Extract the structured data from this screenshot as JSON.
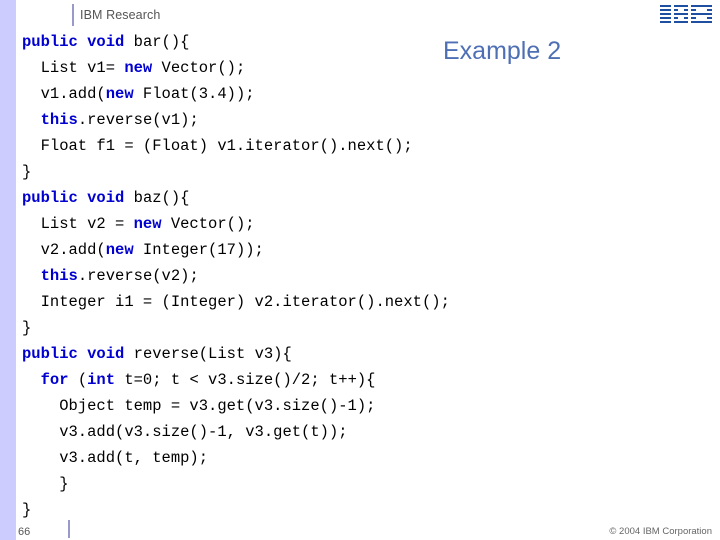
{
  "header": {
    "title": "IBM Research",
    "logo_icon": "ibm-logo-icon"
  },
  "slide": {
    "title": "Example 2",
    "title_color": "#4f6fb5"
  },
  "code": {
    "lines": [
      [
        {
          "t": "public",
          "k": true
        },
        {
          "t": " ",
          "k": false
        },
        {
          "t": "void",
          "k": true
        },
        {
          "t": " bar(){",
          "k": false
        }
      ],
      [
        {
          "t": "  List v1= ",
          "k": false
        },
        {
          "t": "new",
          "k": true
        },
        {
          "t": " Vector();",
          "k": false
        }
      ],
      [
        {
          "t": "  v1.add(",
          "k": false
        },
        {
          "t": "new",
          "k": true
        },
        {
          "t": " Float(3.4));",
          "k": false
        }
      ],
      [
        {
          "t": "  ",
          "k": false
        },
        {
          "t": "this",
          "k": true
        },
        {
          "t": ".reverse(v1);",
          "k": false
        }
      ],
      [
        {
          "t": "  Float f1 = (Float) v1.iterator().next();",
          "k": false
        }
      ],
      [
        {
          "t": "}",
          "k": false
        }
      ],
      [
        {
          "t": "public",
          "k": true
        },
        {
          "t": " ",
          "k": false
        },
        {
          "t": "void",
          "k": true
        },
        {
          "t": " baz(){",
          "k": false
        }
      ],
      [
        {
          "t": "  List v2 = ",
          "k": false
        },
        {
          "t": "new",
          "k": true
        },
        {
          "t": " Vector();",
          "k": false
        }
      ],
      [
        {
          "t": "  v2.add(",
          "k": false
        },
        {
          "t": "new",
          "k": true
        },
        {
          "t": " Integer(17));",
          "k": false
        }
      ],
      [
        {
          "t": "  ",
          "k": false
        },
        {
          "t": "this",
          "k": true
        },
        {
          "t": ".reverse(v2);",
          "k": false
        }
      ],
      [
        {
          "t": "  Integer i1 = (Integer) v2.iterator().next();",
          "k": false
        }
      ],
      [
        {
          "t": "}",
          "k": false
        }
      ],
      [
        {
          "t": "public",
          "k": true
        },
        {
          "t": " ",
          "k": false
        },
        {
          "t": "void",
          "k": true
        },
        {
          "t": " reverse(List v3){",
          "k": false
        }
      ],
      [
        {
          "t": "  ",
          "k": false
        },
        {
          "t": "for",
          "k": true
        },
        {
          "t": " (",
          "k": false
        },
        {
          "t": "int",
          "k": true
        },
        {
          "t": " t=0; t < v3.size()/2; t++){",
          "k": false
        }
      ],
      [
        {
          "t": "    Object temp = v3.get(v3.size()-1);",
          "k": false
        }
      ],
      [
        {
          "t": "    v3.add(v3.size()-1, v3.get(t));",
          "k": false
        }
      ],
      [
        {
          "t": "    v3.add(t, temp);",
          "k": false
        }
      ],
      [
        {
          "t": "    }",
          "k": false
        }
      ],
      [
        {
          "t": "}",
          "k": false
        }
      ]
    ]
  },
  "footer": {
    "page_number": "66",
    "copyright": "© 2004 IBM Corporation"
  }
}
